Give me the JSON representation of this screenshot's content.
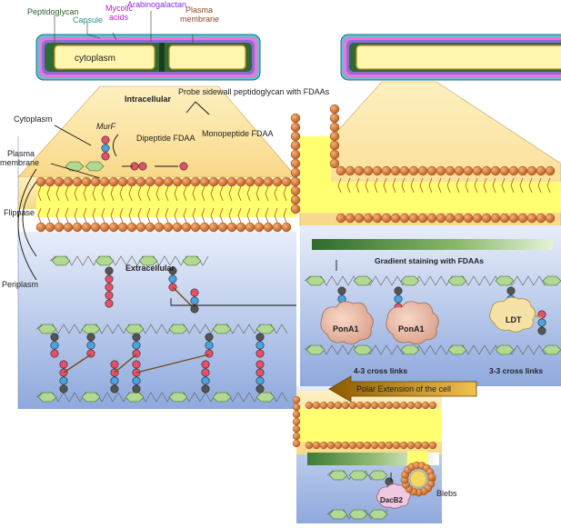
{
  "top_labels": {
    "peptidoglycan": "Peptidoglycan",
    "capsule": "Capsule",
    "mycolic_acids": "Mycolic\nacids",
    "arabinogalactan": "Arabinogalactan",
    "plasma_membrane": "Plasma\nmembrane",
    "cytoplasm": "cytoplasm"
  },
  "left_panel": {
    "intracellular": "Intracellular",
    "probe": "Probe sidewall peptidoglycan with FDAAs",
    "cytoplasm": "Cytoplasm",
    "murf": "MurF",
    "dipeptide": "Dipeptide FDAA",
    "monopeptide": "Monopeptide FDAA",
    "plasma_membrane": "Plasma\nmembrane",
    "flippase": "Flippase",
    "extracellular": "Extracellular",
    "periplasm": "Periplasm"
  },
  "right_panel": {
    "gradient": "Gradient staining with FDAAs",
    "pona1_a": "PonA1",
    "pona1_b": "PonA1",
    "ldt": "LDT",
    "cross_43": "4-3 cross links",
    "cross_33": "3-3 cross links",
    "polar_extension": "Polar Extension of the cell",
    "dacb2": "DacB2",
    "blebs": "Blebs"
  },
  "colors": {
    "peptidoglycan": "#2e5e2a",
    "capsule": "#2a8f8f",
    "mycolic": "#c020c0",
    "arabinogalactan": "#8a2be2",
    "membrane_label": "#8b4a2b",
    "lipid_head": "#c8631e",
    "lipid_band": "#ffff66",
    "periplasm": "#9bb3e0",
    "hexagon": "#a8d08d",
    "arrow_fill": "#b8860b"
  }
}
